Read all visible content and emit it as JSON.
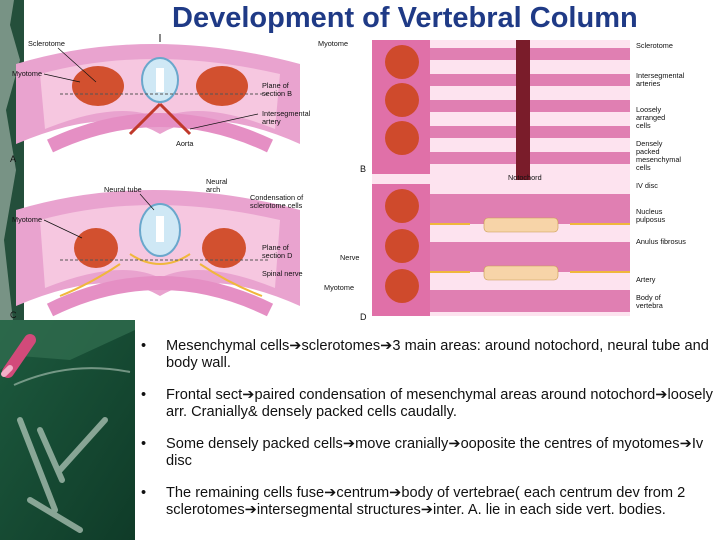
{
  "title": "Development of Vertebral Column",
  "figure": {
    "left_panels": {
      "a": {
        "letter": "A",
        "labels": {
          "sclerotome": "Sclerotome",
          "myotome": "Myotome",
          "plane": "Plane of\nsection B",
          "artery": "Intersegmental\nartery",
          "aorta": "Aorta"
        }
      },
      "c": {
        "letter": "C",
        "labels": {
          "neural_tube": "Neural tube",
          "neural_arch": "Neural\narch",
          "condensation": "Condensation of\nsclerotome cells",
          "myotome": "Myotome",
          "plane": "Plane of\nsection D",
          "nerve": "Nerve",
          "spinal_nerve": "Spinal nerve"
        }
      }
    },
    "right_panel": {
      "letters": {
        "b": "B",
        "d": "D"
      },
      "labels": {
        "myotome_top": "Myotome",
        "sclerotome": "Sclerotome",
        "interseg": "Intersegmental\narteries",
        "loosely": "Loosely\narranged\ncells",
        "densely": "Densely\npacked\nmesenchymal\ncells",
        "notochord": "Notochord",
        "iv_disc": "IV disc",
        "nucleus": "Nucleus\npulposus",
        "anulus": "Anulus fibrosus",
        "artery": "Artery",
        "body": "Body of\nvertebra",
        "myotome_bottom": "Myotome"
      }
    }
  },
  "bullets": [
    {
      "marker": "•",
      "text": "Mesenchymal cells➔sclerotomes➔3 main areas: around notochord, neural tube and body wall."
    },
    {
      "marker": "•",
      "text": "Frontal sect➔paired condensation of mesenchymal areas around notochord➔loosely arr. Cranially& densely packed cells caudally."
    },
    {
      "marker": "•",
      "text": "Some densely packed cells➔move cranially➔ooposite the centres of myotomes➔Iv disc"
    },
    {
      "marker": "•",
      "text": "The remaining cells fuse➔centrum➔body of vertebrae( each centrum dev from 2 sclerotomes➔intersegmental structures➔inter. A. lie in each side vert. bodies."
    }
  ]
}
